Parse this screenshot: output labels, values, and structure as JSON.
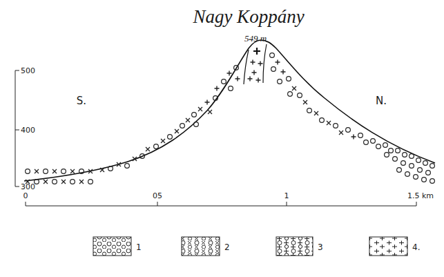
{
  "diagram": {
    "title": "Nagy Koppány",
    "labels": [
      "549 m",
      "500",
      "400",
      "300",
      "S.",
      "N.",
      "0",
      "05",
      "1",
      "1.5 km"
    ],
    "legend": [
      {
        "text": "1"
      },
      {
        "text": "2"
      },
      {
        "text": "3"
      },
      {
        "text": "4."
      }
    ]
  }
}
